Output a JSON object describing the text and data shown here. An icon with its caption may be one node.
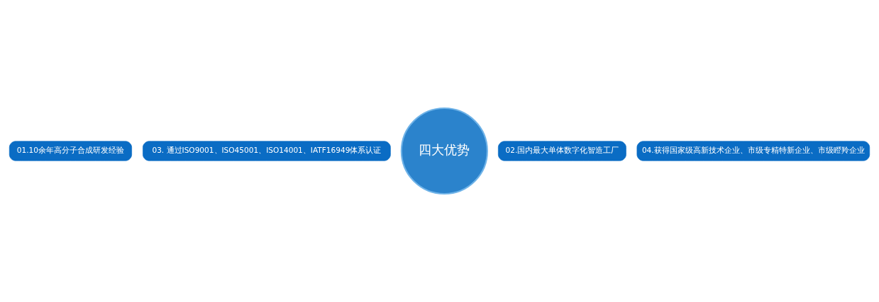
{
  "diagram": {
    "nodes": [
      {
        "text": [
          "四大优势"
        ]
      },
      {
        "text": [
          "01.10余年高分子合成研发经验"
        ]
      },
      {
        "text": [
          "02.国内最大单体数字化智造工厂"
        ]
      },
      {
        "text": [
          "03. 通过ISO9001、ISO45001、ISO14001、IATF16949体系认证"
        ]
      },
      {
        "text": [
          "04.获得国家级高新技术企业、市级专精特新企业、市级瞪羚企业"
        ]
      }
    ],
    "edges": []
  }
}
